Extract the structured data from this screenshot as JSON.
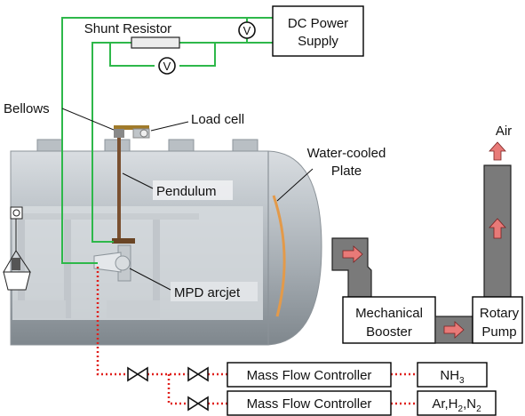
{
  "labels": {
    "dc_power_line1": "DC Power",
    "dc_power_line2": "Supply",
    "shunt_resistor": "Shunt Resistor",
    "voltmeter_symbol": "V",
    "bellows": "Bellows",
    "load_cell": "Load cell",
    "air": "Air",
    "water_cooled_line1": "Water-cooled",
    "water_cooled_line2": "Plate",
    "pendulum": "Pendulum",
    "mpd_arcjet": "MPD arcjet",
    "mechanical_line1": "Mechanical",
    "mechanical_line2": "Booster",
    "rotary_line1": "Rotary",
    "rotary_line2": "Pump",
    "mass_flow_controller_1": "Mass Flow Controller",
    "mass_flow_controller_2": "Mass Flow Controller",
    "gas_1_base": "NH",
    "gas_1_sub": "3",
    "gas_2_a": "Ar,H",
    "gas_2_a_sub": "2",
    "gas_2_b": ",N",
    "gas_2_b_sub": "2"
  },
  "colors": {
    "wire": "#2eb84a",
    "gas_line": "#e0201c",
    "arrow_fill": "#e87a78",
    "pump_fill": "#7a7a7a",
    "chamber_body": "#a9b0b6",
    "water_plate": "#e39a4a",
    "pendulum_rod": "#7a5030"
  }
}
